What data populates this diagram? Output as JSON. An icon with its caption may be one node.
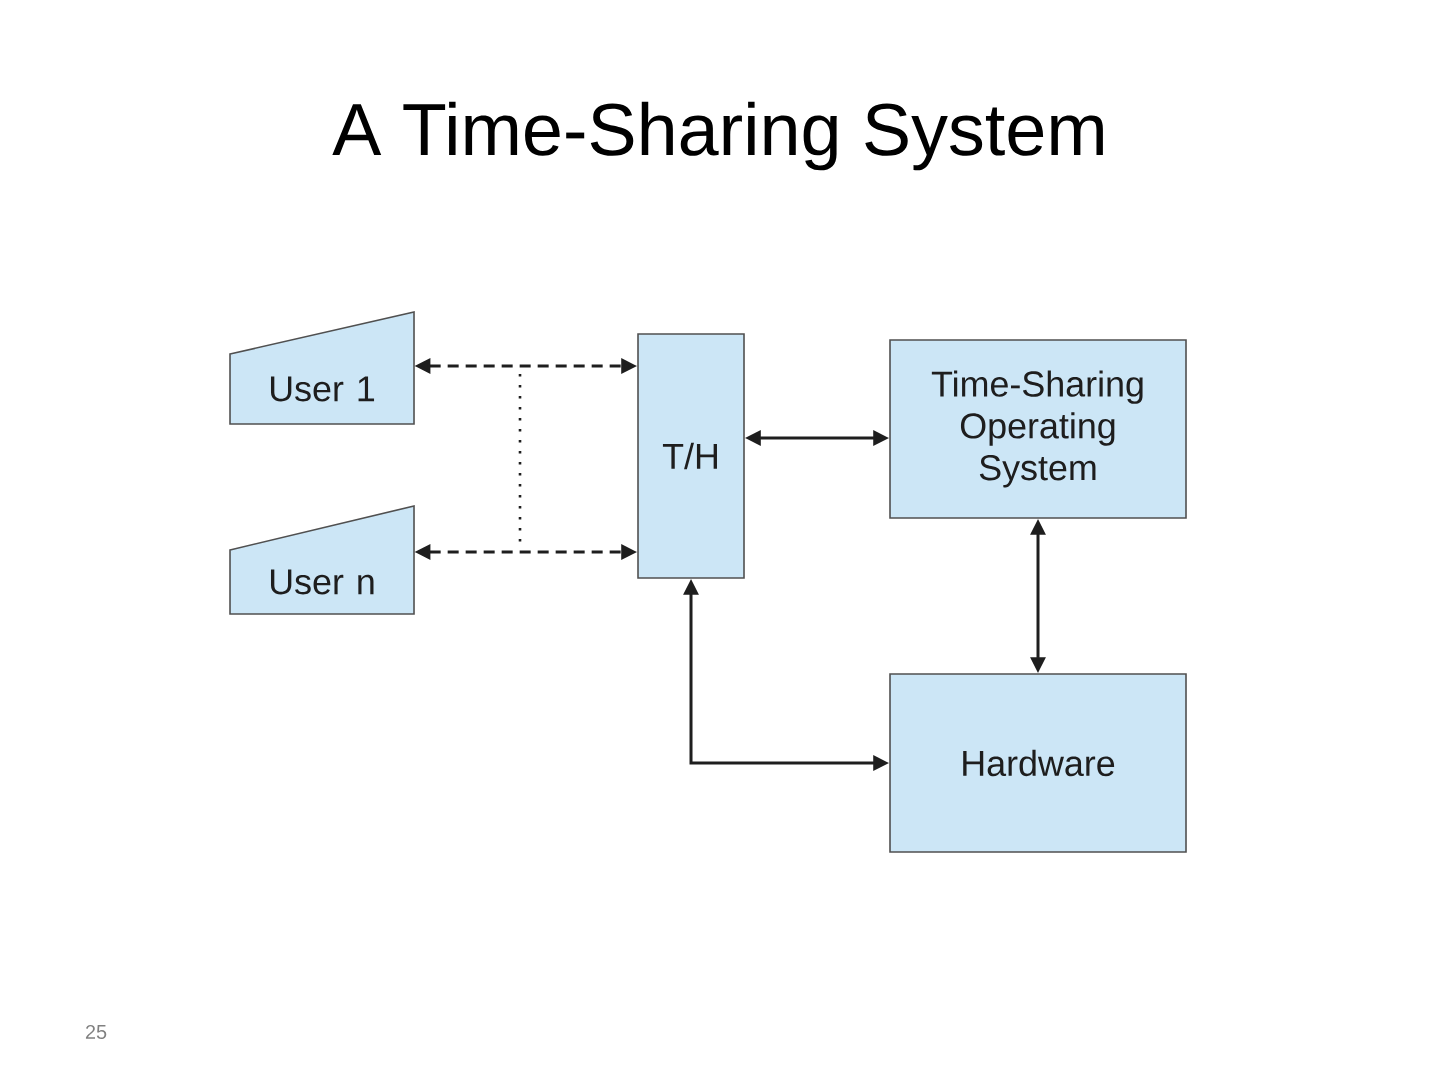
{
  "diagram": {
    "title": "A Time-Sharing System",
    "nodes": [
      {
        "text": [
          "User 1"
        ]
      },
      {
        "text": [
          "User n"
        ]
      },
      {
        "text": [
          "T/H"
        ]
      },
      {
        "text": [
          "Time-Sharing Operating System"
        ]
      },
      {
        "text": [
          "Hardware"
        ]
      }
    ],
    "edges": [
      {
        "from": 0,
        "to": 2,
        "arrow": "both",
        "style": "dashed"
      },
      {
        "from": 1,
        "to": 2,
        "arrow": "both",
        "style": "dashed"
      },
      {
        "from": 2,
        "to": 3,
        "arrow": "both"
      },
      {
        "from": 3,
        "to": 4,
        "arrow": "both"
      },
      {
        "from": 2,
        "to": 4,
        "arrow": "both"
      }
    ],
    "labels": [
      "25"
    ]
  }
}
